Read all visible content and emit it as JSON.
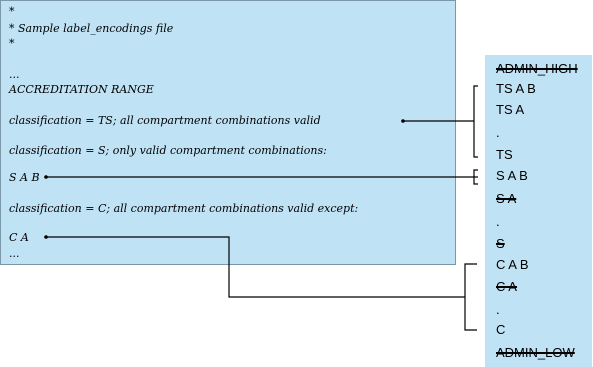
{
  "code_panel": {
    "lines": [
      "*",
      "* Sample label_encodings file",
      "*",
      "...",
      "ACCREDITATION RANGE",
      "classification = TS; all compartment combinations valid",
      "classification = S; only valid compartment combinations:",
      "S A B",
      "classification = C; all compartment combinations valid except:",
      "C A",
      "..."
    ]
  },
  "label_panel": {
    "items": [
      {
        "text": "ADMIN_HIGH",
        "struck": true
      },
      {
        "text": "TS A B",
        "struck": false
      },
      {
        "text": "TS A",
        "struck": false
      },
      {
        "text": ".",
        "struck": false
      },
      {
        "text": "TS",
        "struck": false
      },
      {
        "text": "S A B",
        "struck": false
      },
      {
        "text": "S A",
        "struck": true
      },
      {
        "text": ".",
        "struck": false
      },
      {
        "text": "S",
        "struck": true
      },
      {
        "text": "C A B",
        "struck": false
      },
      {
        "text": "C A",
        "struck": true
      },
      {
        "text": ".",
        "struck": false
      },
      {
        "text": "C",
        "struck": false
      },
      {
        "text": "ADMIN_LOW",
        "struck": true
      }
    ]
  },
  "colors": {
    "panel_fill": "#bfe2f4",
    "panel_border": "#7a98a8",
    "connector_line": "#000000"
  }
}
